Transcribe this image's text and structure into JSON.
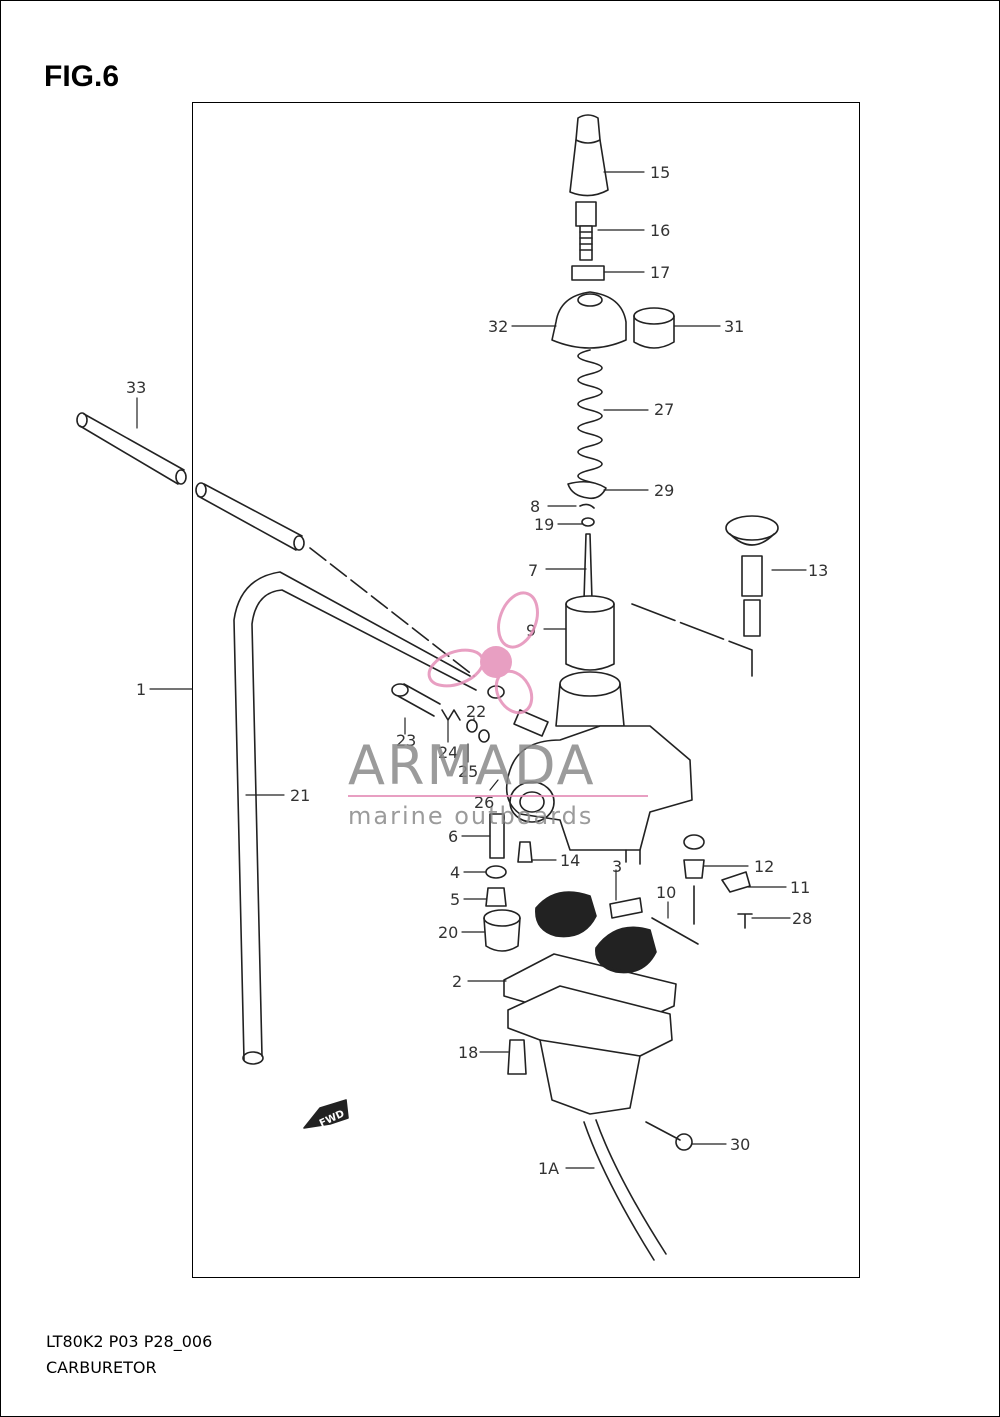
{
  "header": {
    "figure_label": "FIG.6"
  },
  "footer": {
    "code": "LT80K2 P03 P28_006",
    "name": "CARBURETOR"
  },
  "watermark": {
    "brand": "ARMADA",
    "tagline": "marine outboards",
    "accent_color": "#e58fb8",
    "text_color": "#8a8a8a"
  },
  "direction_marker": {
    "text": "FWD"
  },
  "callouts": [
    "15",
    "16",
    "17",
    "32",
    "31",
    "33",
    "27",
    "29",
    "8",
    "19",
    "7",
    "13",
    "9",
    "1",
    "22",
    "23",
    "24",
    "25",
    "26",
    "21",
    "6",
    "14",
    "3",
    "12",
    "11",
    "4",
    "5",
    "10",
    "28",
    "20",
    "2",
    "18",
    "1A",
    "30"
  ]
}
